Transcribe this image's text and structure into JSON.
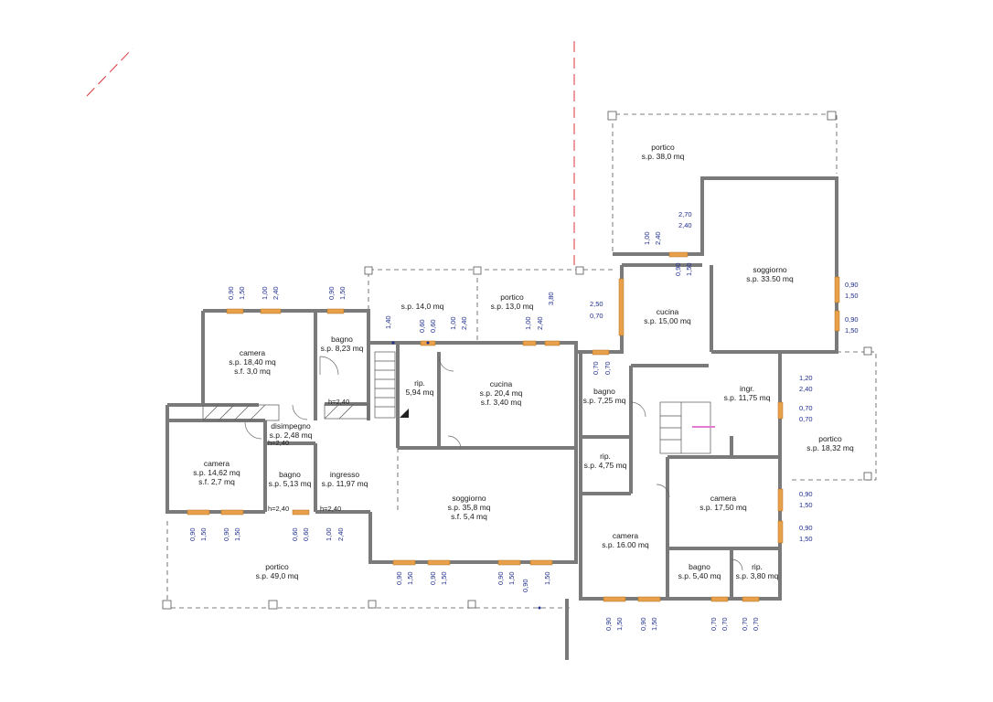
{
  "rooms": {
    "portico_top": {
      "name": "portico",
      "area": "s.p. 38,0 mq"
    },
    "soggiorno_right": {
      "name": "soggiorno",
      "area": "s.p. 33.50 mq"
    },
    "cucina_right": {
      "name": "cucina",
      "area": "s.p. 15,00 mq"
    },
    "portico_mid": {
      "name": "portico",
      "area": "s.p. 13,0 mq"
    },
    "sp_14": {
      "area": "s.p. 14,0 mq"
    },
    "camera_nw": {
      "name": "camera",
      "area": "s.p. 18,40 mq",
      "sf": "s.f. 3,0 mq"
    },
    "bagno_nw": {
      "name": "bagno",
      "area": "s.p. 8,23 mq"
    },
    "rip_center": {
      "name": "rip.",
      "area": "5,94 mq"
    },
    "cucina_center": {
      "name": "cucina",
      "area": "s.p. 20,4 mq",
      "sf": "s.f. 3,40 mq"
    },
    "bagno_center_right": {
      "name": "bagno",
      "area": "s.p. 7,25 mq"
    },
    "ingr": {
      "name": "ingr.",
      "area": "s.p. 11,75 mq"
    },
    "portico_right": {
      "name": "portico",
      "area": "s.p. 18,32 mq"
    },
    "disimpegno": {
      "name": "disimpegno",
      "area": "s.p. 2,48 mq"
    },
    "camera_w": {
      "name": "camera",
      "area": "s.p. 14,62 mq",
      "sf": "s.f. 2,7 mq"
    },
    "bagno_w": {
      "name": "bagno",
      "area": "s.p. 5,13 mq"
    },
    "ingresso": {
      "name": "ingresso",
      "area": "s.p. 11,97 mq"
    },
    "soggiorno_center": {
      "name": "soggiorno",
      "area": "s.p. 35,8 mq",
      "sf": "s.f. 5,4 mq"
    },
    "rip_475": {
      "name": "rip.",
      "area": "s.p. 4,75 mq"
    },
    "camera_1750": {
      "name": "camera",
      "area": "s.p. 17,50 mq"
    },
    "camera_1600": {
      "name": "camera",
      "area": "s.p. 16.00 mq"
    },
    "bagno_540": {
      "name": "bagno",
      "area": "s.p. 5,40 mq"
    },
    "rip_380": {
      "name": "rip.",
      "area": "s.p. 3,80 mq"
    },
    "portico_bottom": {
      "name": "portico",
      "area": "s.p. 49,0 mq"
    }
  },
  "heights": {
    "h1": "h=2,40",
    "h2": "h=2,40",
    "h3": "h=2,40",
    "h4": "h=2,40"
  },
  "dims": {
    "d_270": "2,70",
    "d_240a": "2,40",
    "d_100a": "1,00",
    "d_240b": "2,40",
    "d_090a": "0,90",
    "d_150a": "1,50",
    "d_090r1": "0,90",
    "d_150r1": "1,50",
    "d_090r2": "0,90",
    "d_150r2": "1,50",
    "d_250": "2,50",
    "d_070a": "0,70",
    "d_380": "3,80",
    "d_100b": "1,00",
    "d_240c": "2,40",
    "d_140": "1,40",
    "d_060a": "0,60",
    "d_060b": "0,60",
    "d_100c": "1,00",
    "d_240d": "2,40",
    "d_090nw": "0,90",
    "d_150nw": "1,50",
    "d_100nw": "1,00",
    "d_240nw": "2,40",
    "d_090b": "0,90",
    "d_150b": "1,50",
    "d_070b": "0,70",
    "d_070c": "0,70",
    "d_120": "1,20",
    "d_240e": "2,40",
    "d_070d": "0,70",
    "d_070e": "0,70",
    "d_090c": "0,90",
    "d_150c": "1,50",
    "d_090d": "0,90",
    "d_150d": "1,50",
    "d_090w1": "0,90",
    "d_150w1": "1,50",
    "d_090w2": "0,90",
    "d_150w2": "1,50",
    "d_060c": "0,60",
    "d_060d": "0,60",
    "d_100w": "1,00",
    "d_240w": "2,40",
    "d_090s1": "0,90",
    "d_150s1": "1,50",
    "d_090s2": "0,90",
    "d_150s2": "1,50",
    "d_090s3": "0,90",
    "d_150s3": "1,50",
    "d_090s4": "0,90",
    "d_150s4": "1,50",
    "d_090b1": "0,90",
    "d_150b1": "1,50",
    "d_090b2": "0,90",
    "d_150b2": "1,50",
    "d_070f": "0,70",
    "d_070g": "0,70",
    "d_070h": "0,70",
    "d_070i": "0,70"
  },
  "colors": {
    "wall": "#7a7a7a",
    "dim_text": "#1f2d8f",
    "window": "#e8a14a",
    "red_line": "#d9363e",
    "pink": "#e27bd0"
  }
}
